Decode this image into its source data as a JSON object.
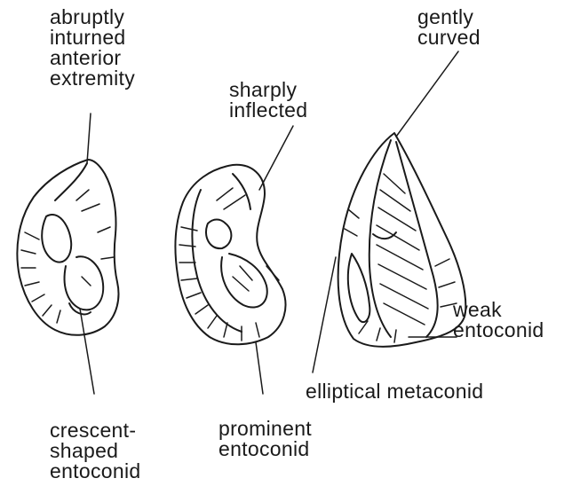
{
  "labels": {
    "abruptly_inturned": [
      "abruptly",
      "inturned",
      "anterior",
      "extremity"
    ],
    "sharply_inflected": [
      "sharply",
      "inflected"
    ],
    "gently_curved": [
      "gently",
      "curved"
    ],
    "weak_entoconid": [
      "weak",
      "entoconid"
    ],
    "elliptical_metaconid": "elliptical metaconid",
    "prominent_entoconid": [
      "prominent",
      "entoconid"
    ],
    "crescent_shaped_entoconid": [
      "crescent-",
      "shaped",
      "entoconid"
    ]
  },
  "colors": {
    "ink": "#1a1a1a",
    "background": "#ffffff"
  }
}
